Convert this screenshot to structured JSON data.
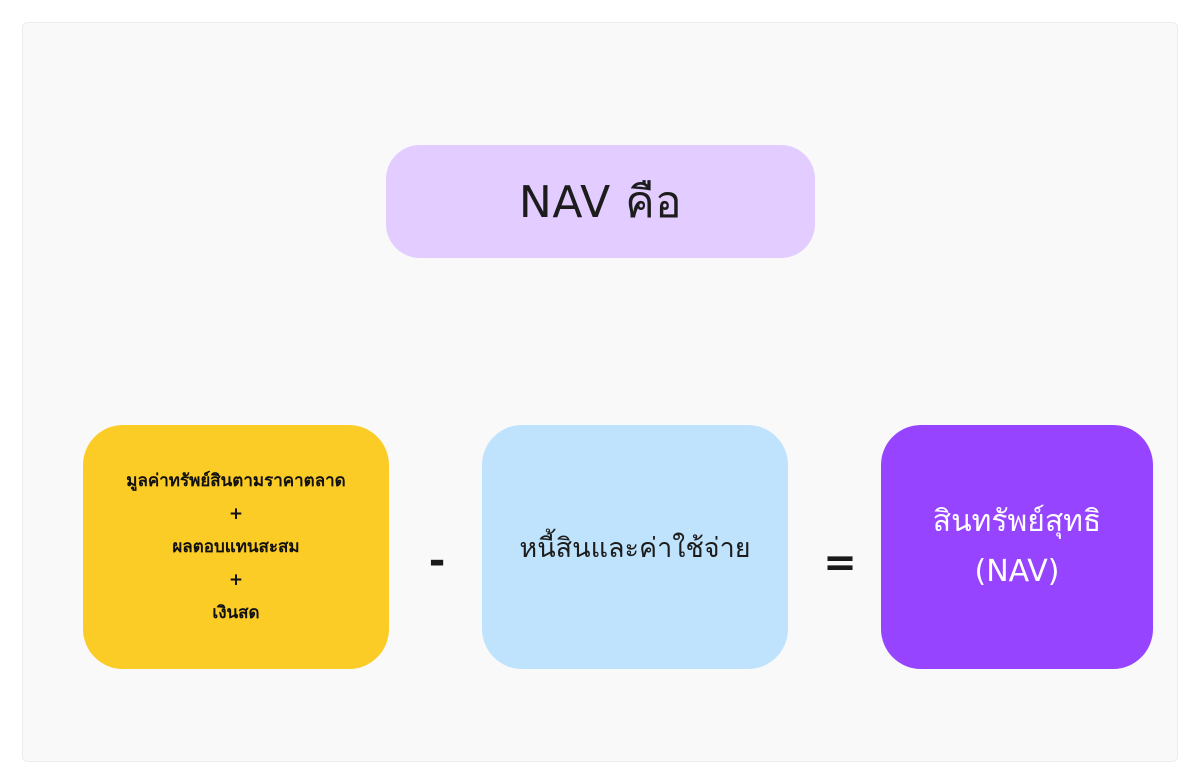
{
  "title": "NAV คือ",
  "assets_box": {
    "lines": [
      "มูลค่าทรัพย์สินตามราคาตลาด",
      "+",
      "ผลตอบแทนสะสม",
      "+",
      "เงินสด"
    ],
    "color": "#fccc26"
  },
  "operator_minus": "-",
  "liabilities_box": {
    "text": "หนี้สินและค่าใช้จ่าย",
    "color": "#c0e3fd"
  },
  "operator_equals": "=",
  "nav_box": {
    "line1": "สินทรัพย์สุทธิ",
    "line2": "(NAV)",
    "color": "#9644ff"
  },
  "title_color": "#e3ccff"
}
